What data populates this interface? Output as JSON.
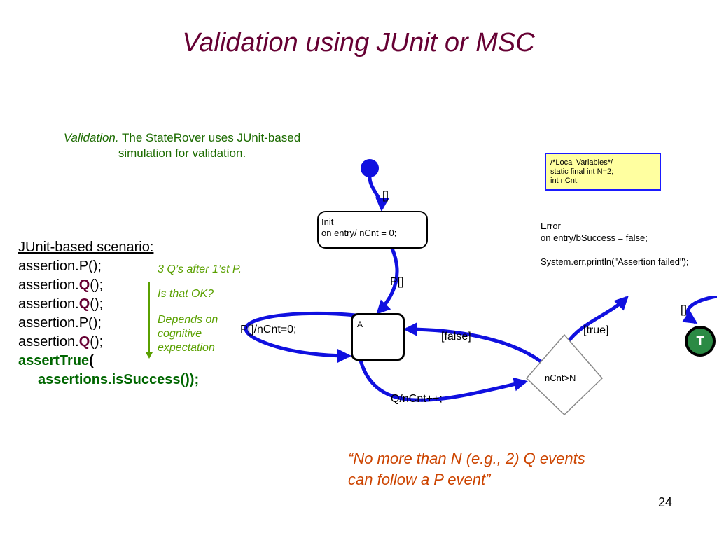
{
  "title": "Validation using JUnit or MSC",
  "intro": {
    "lead": "Validation.",
    "rest": " The StateRover uses JUnit-based",
    "line2": "simulation for validation."
  },
  "scenario": {
    "heading": "JUnit-based scenario:",
    "lines": [
      "assertion.P();",
      "assertion.",
      "Q",
      "();",
      "assertion.P();",
      "assertTrue",
      "(",
      "assertions.isSuccess());"
    ]
  },
  "notes": {
    "n1": "3 Q’s after 1’st P.",
    "n2": "Is that OK?",
    "n3a": "Depends on",
    "n3b": "cognitive",
    "n3c": "expectation"
  },
  "local_vars": {
    "l1": "/*Local Variables*/",
    "l2": "static final int N=2;",
    "l3": "int nCnt;"
  },
  "error_state": {
    "name": "Error",
    "entry": "on entry/bSuccess = false;",
    "print": "System.err.println(\"Assertion failed\");"
  },
  "init_state": {
    "name": "Init",
    "entry": "on entry/ nCnt = 0;"
  },
  "a_state": {
    "name": "A"
  },
  "labels": {
    "initial_transition": "[]",
    "p_transition": "P[]",
    "self_loop": "P[]/nCnt=0;",
    "false_branch": "[false]",
    "true_branch": "[true]",
    "q_transition": "Q/nCnt++;",
    "condition": "nCnt>N",
    "final_transition": "[]"
  },
  "terminal": "T",
  "quote": {
    "line1": "“No more than N (e.g., 2) Q events",
    "line2": "can follow a P event”"
  },
  "page_number": "24",
  "colors": {
    "arrow": "#1010e0",
    "title": "#660033",
    "intro": "#1c6b00",
    "note": "#5aa000",
    "quote": "#cc4400"
  }
}
